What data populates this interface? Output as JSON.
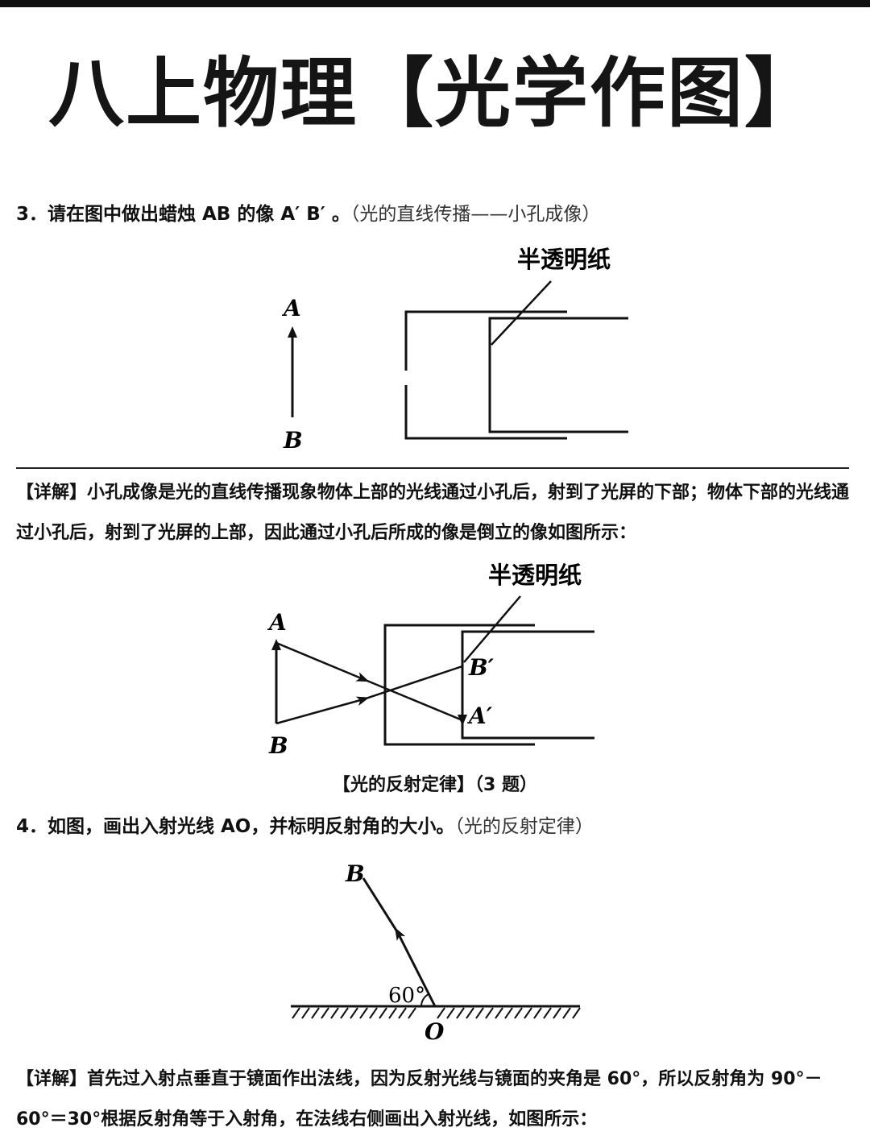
{
  "header": {
    "title": "八上物理【光学作图】"
  },
  "q3": {
    "text": "3．请在图中做出蜡烛 AB 的像 A′ B′ 。",
    "hint": "（光的直线传播——小孔成像）"
  },
  "figure1": {
    "label_a": "A",
    "label_b": "B",
    "paper_label": "半透明纸"
  },
  "solution3": {
    "tag": "【详解】",
    "text": "小孔成像是光的直线传播现象物体上部的光线通过小孔后，射到了光屏的下部；物体下部的光线通过小孔后，射到了光屏的上部，因此通过小孔后所成的像是倒立的像如图所示："
  },
  "figure2": {
    "label_a": "A",
    "label_b": "B",
    "label_a_prime": "A′",
    "label_b_prime": "B′",
    "paper_label": "半透明纸"
  },
  "section": {
    "title": "【光的反射定律】（3 题）"
  },
  "q4": {
    "text": "4．如图，画出入射光线 AO，并标明反射角的大小。",
    "hint": "（光的反射定律）"
  },
  "figure3": {
    "label_b": "B",
    "label_o": "O",
    "angle": "60°"
  },
  "solution4": {
    "tag": "【详解】",
    "text": "首先过入射点垂直于镜面作出法线，因为反射光线与镜面的夹角是 60°，所以反射角为 90°－60°＝30°根据反射角等于入射角，在法线右侧画出入射光线，如图所示："
  }
}
